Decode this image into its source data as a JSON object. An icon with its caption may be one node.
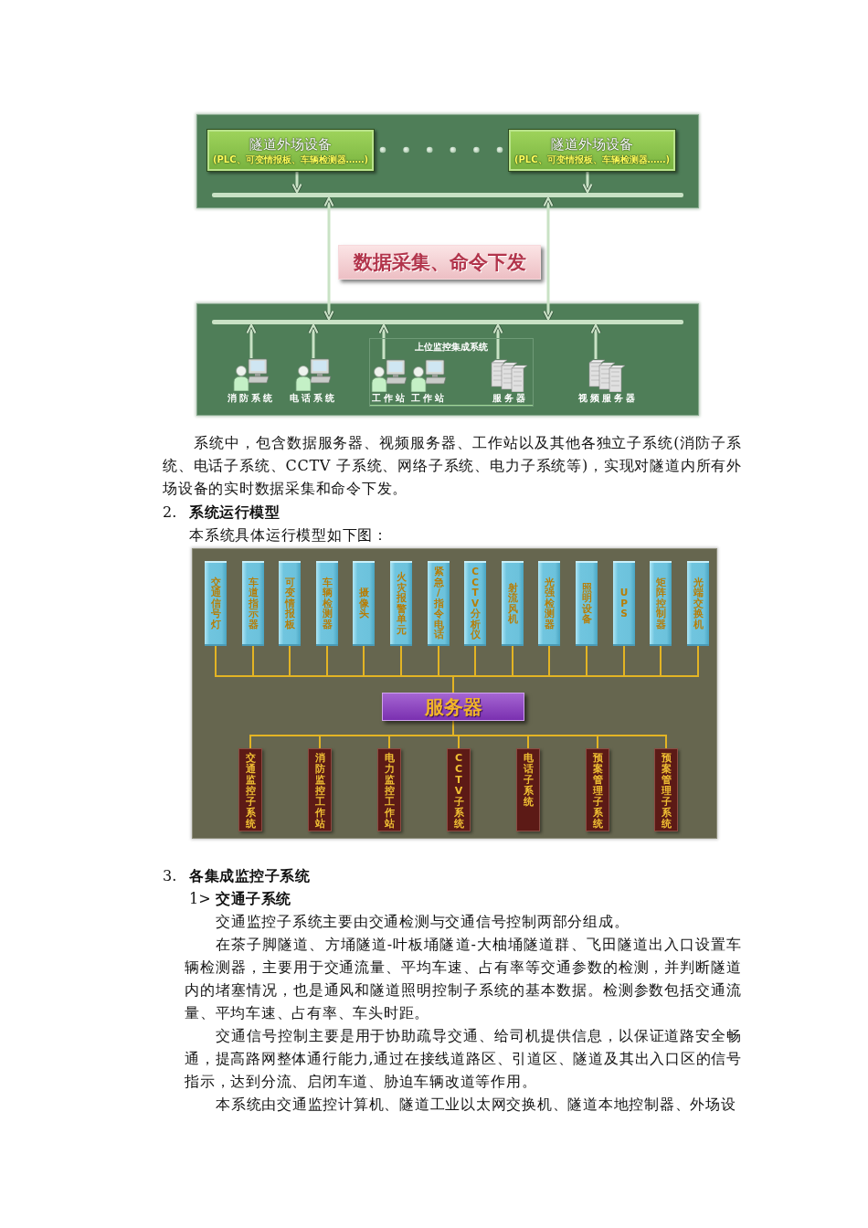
{
  "diagram": {
    "nodes": [
      {
        "text": [],
        "shape": "box"
      },
      {
        "text": [
          "隧道外场设备",
          "(PLC、可变情报板、车辆检测器……)"
        ],
        "in": 0
      },
      {
        "text": [
          "隧道外场设备",
          "(PLC、可变情报板、车辆检测器……)"
        ],
        "in": 0
      },
      {
        "text": [],
        "shape": "bar",
        "in": 0
      },
      {
        "text": [
          "数据采集、命令下发"
        ]
      },
      {
        "text": [],
        "shape": "box"
      },
      {
        "text": [],
        "shape": "bar",
        "in": 5
      },
      {
        "text": [
          "消防系统"
        ],
        "in": 5
      },
      {
        "text": [
          "电话系统"
        ],
        "in": 5
      },
      {
        "text": [
          "上位监控集成系统"
        ],
        "in": 5
      },
      {
        "text": [
          "工作站"
        ],
        "in": 9
      },
      {
        "text": [
          "工作站"
        ],
        "in": 9
      },
      {
        "text": [
          "服务器"
        ],
        "in": 9
      },
      {
        "text": [
          "视频服务器"
        ],
        "in": 5
      },
      {
        "text": [],
        "shape": "box"
      },
      {
        "text": [
          "交通信号灯"
        ],
        "in": 14
      },
      {
        "text": [
          "车道指示器"
        ],
        "in": 14
      },
      {
        "text": [
          "可变情报板"
        ],
        "in": 14
      },
      {
        "text": [
          "车辆检测器"
        ],
        "in": 14
      },
      {
        "text": [
          "摄像头"
        ],
        "in": 14
      },
      {
        "text": [
          "火灾报警单元"
        ],
        "in": 14
      },
      {
        "text": [
          "紧急/指令电话"
        ],
        "in": 14
      },
      {
        "text": [
          "CCTV分析仪"
        ],
        "in": 14
      },
      {
        "text": [
          "射流风机"
        ],
        "in": 14
      },
      {
        "text": [
          "光强检测器"
        ],
        "in": 14
      },
      {
        "text": [
          "照明设备"
        ],
        "in": 14
      },
      {
        "text": [
          "UPS"
        ],
        "in": 14
      },
      {
        "text": [
          "矩阵控制器"
        ],
        "in": 14
      },
      {
        "text": [
          "光端交换机"
        ],
        "in": 14
      },
      {
        "text": [
          "服务器"
        ],
        "in": 14
      },
      {
        "text": [
          "交通监控子系统"
        ],
        "in": 14
      },
      {
        "text": [
          "消防监控工作站"
        ],
        "in": 14
      },
      {
        "text": [
          "电力监控工作站"
        ],
        "in": 14
      },
      {
        "text": [
          "CCTV子系统"
        ],
        "in": 14
      },
      {
        "text": [
          "电话子系统"
        ],
        "in": 14
      },
      {
        "text": [
          "预案管理子系统"
        ],
        "in": 14
      },
      {
        "text": [
          "预案管理子系统"
        ],
        "in": 14
      }
    ],
    "edges": [
      {
        "from": 1,
        "to": 3,
        "arrow": "to",
        "color": "#c9e2c5"
      },
      {
        "from": 2,
        "to": 3,
        "arrow": "to",
        "color": "#c9e2c5"
      },
      {
        "from": 3,
        "to": 6,
        "arrow": "both",
        "color": "#c9e2c5"
      },
      {
        "from": 3,
        "to": 6,
        "arrow": "both",
        "color": "#c9e2c5"
      },
      {
        "from": 7,
        "to": 6,
        "arrow": "to",
        "color": "#c9e2c5"
      },
      {
        "from": 8,
        "to": 6,
        "arrow": "to",
        "color": "#c9e2c5"
      },
      {
        "from": 10,
        "to": 6,
        "arrow": "to",
        "color": "#c9e2c5"
      },
      {
        "from": 12,
        "to": 6,
        "arrow": "to",
        "color": "#c9e2c5"
      },
      {
        "from": 13,
        "to": 6,
        "arrow": "to",
        "color": "#c9e2c5"
      },
      {
        "from": 15,
        "to": 29,
        "arrow": "none"
      },
      {
        "from": 16,
        "to": 29,
        "arrow": "none"
      },
      {
        "from": 17,
        "to": 29,
        "arrow": "none"
      },
      {
        "from": 18,
        "to": 29,
        "arrow": "none"
      },
      {
        "from": 19,
        "to": 29,
        "arrow": "none"
      },
      {
        "from": 20,
        "to": 29,
        "arrow": "none"
      },
      {
        "from": 21,
        "to": 29,
        "arrow": "none"
      },
      {
        "from": 22,
        "to": 29,
        "arrow": "none"
      },
      {
        "from": 23,
        "to": 29,
        "arrow": "none"
      },
      {
        "from": 24,
        "to": 29,
        "arrow": "none"
      },
      {
        "from": 25,
        "to": 29,
        "arrow": "none"
      },
      {
        "from": 26,
        "to": 29,
        "arrow": "none"
      },
      {
        "from": 27,
        "to": 29,
        "arrow": "none"
      },
      {
        "from": 28,
        "to": 29,
        "arrow": "none"
      },
      {
        "from": 29,
        "to": 30,
        "arrow": "none"
      },
      {
        "from": 29,
        "to": 31,
        "arrow": "none"
      },
      {
        "from": 29,
        "to": 32,
        "arrow": "none"
      },
      {
        "from": 29,
        "to": 33,
        "arrow": "none"
      },
      {
        "from": 29,
        "to": 34,
        "arrow": "none"
      },
      {
        "from": 29,
        "to": 35,
        "arrow": "none"
      },
      {
        "from": 29,
        "to": 36,
        "arrow": "none"
      }
    ],
    "labels": [
      "系统中，包含数据服务器、视频服务器、工作站以及其他各独立子系统(消防子系统、电话子系统、CCTV 子系统、网络子系统、电力子系统等)，实现对隧道内所有外场设备的实时数据采集和命令下发。",
      "2.",
      "系统运行模型",
      "本系统具体运行模型如下图：",
      "3.",
      "各集成监控子系统",
      "1>",
      "交通子系统",
      "交通监控子系统主要由交通检测与交通信号控制两部分组成。",
      "在茶子脚隧道、方埇隧道-叶板埇隧道-大柚埇隧道群、飞田隧道出入口设置车辆检测器，主要用于交通流量、平均车速、占有率等交通参数的检测，并判断隧道内的堵塞情况，也是通风和隧道照明控制子系统的基本数据。检测参数包括交通流量、平均车速、占有率、车头时距。",
      "交通信号控制主要是用于协助疏导交通、给司机提供信息，以保证道路安全畅通，提高路网整体通行能力,通过在接线道路区、引道区、隧道及其出入口区的信号指示，达到分流、启闭车道、胁迫车辆改道等作用。",
      "本系统由交通监控计算机、隧道工业以太网交换机、隧道本地控制器、外场设"
    ]
  }
}
